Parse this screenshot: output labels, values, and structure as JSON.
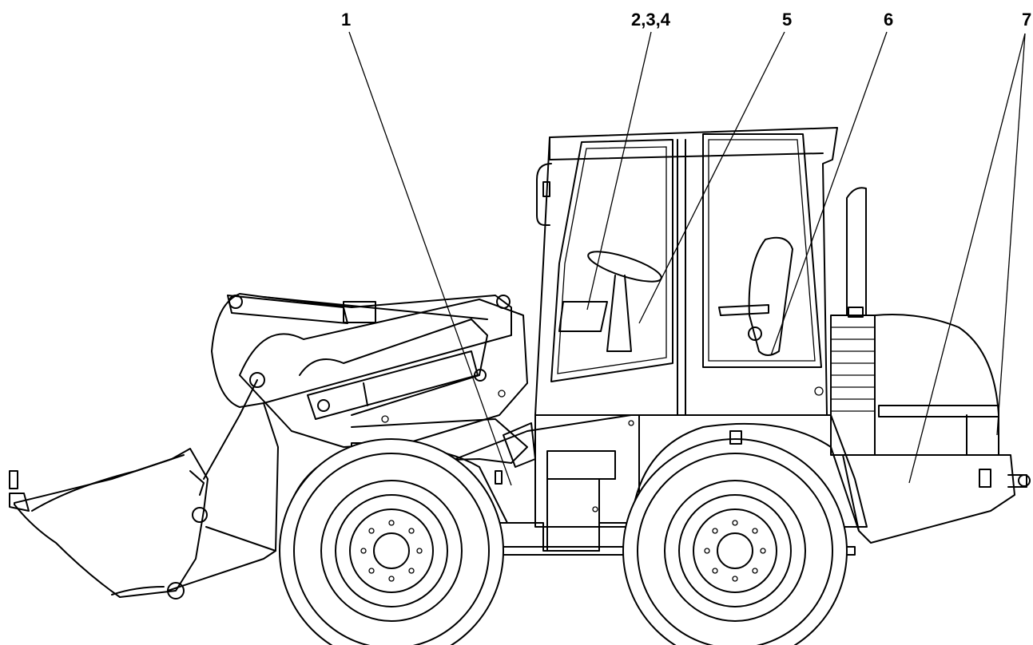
{
  "callouts": {
    "c1": "1",
    "c2": "2,3,4",
    "c5": "5",
    "c6": "6",
    "c7": "7"
  }
}
